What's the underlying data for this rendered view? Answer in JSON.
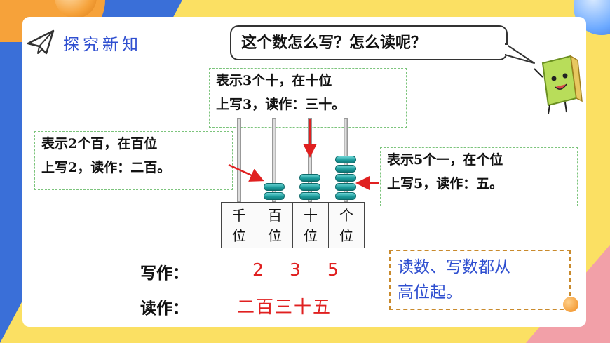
{
  "header": {
    "title": "探究新知",
    "icon": "paper-plane-icon"
  },
  "question": "这个数怎么写？怎么读呢？",
  "mascot": {
    "icon": "book-character-icon"
  },
  "notes": {
    "tens": {
      "line1": "表示3个十，在十位",
      "line2": "上写3，读作：三十。"
    },
    "hundreds": {
      "line1": "表示2个百，在百位",
      "line2": "上写2，读作：二百。"
    },
    "ones": {
      "line1": "表示5个一，在个位",
      "line2": "上写5，读作：五。"
    }
  },
  "abacus": {
    "rods": [
      {
        "label_top": "千",
        "label_bottom": "位",
        "beads": 0
      },
      {
        "label_top": "百",
        "label_bottom": "位",
        "beads": 2
      },
      {
        "label_top": "十",
        "label_bottom": "位",
        "beads": 3
      },
      {
        "label_top": "个",
        "label_bottom": "位",
        "beads": 5
      }
    ],
    "bead_color": "#1a9a9a"
  },
  "write": {
    "label": "写作：",
    "digits": [
      "2",
      "3",
      "5"
    ]
  },
  "read": {
    "label": "读作：",
    "value": "二百三十五"
  },
  "rule": {
    "line1": "读数、写数都从",
    "line2": "高位起。"
  },
  "colors": {
    "accent_blue": "#2f4fd0",
    "answer_red": "#e02020",
    "note_border": "#7cc47c"
  }
}
